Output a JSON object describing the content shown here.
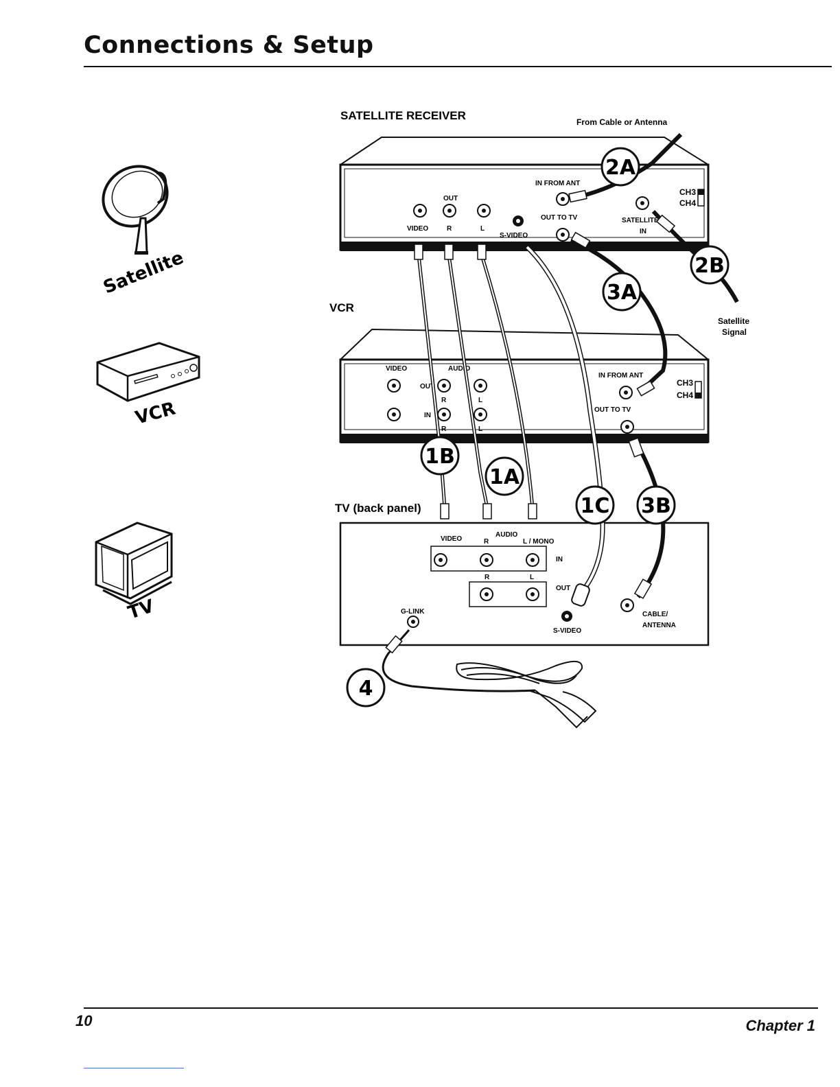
{
  "header": {
    "title": "Connections & Setup"
  },
  "sidebar": {
    "icons": [
      {
        "name": "satellite-dish-icon",
        "label": "Satellite"
      },
      {
        "name": "vcr-icon",
        "label": "VCR"
      },
      {
        "name": "tv-icon",
        "label": "TV"
      }
    ]
  },
  "diagram": {
    "receiver": {
      "title": "SATELLITE RECEIVER",
      "from_cable": "From Cable or Antenna",
      "out": "OUT",
      "video": "VIDEO",
      "r": "R",
      "l": "L",
      "svideo": "S-VIDEO",
      "in_from_ant": "IN FROM ANT",
      "out_to_tv": "OUT TO TV",
      "satellite": "SATELLITE",
      "in": "IN",
      "ch3": "CH3",
      "ch4": "CH4"
    },
    "satellite_signal": [
      "Satellite",
      "Signal"
    ],
    "vcr": {
      "title": "VCR",
      "video": "VIDEO",
      "audio": "AUDIO",
      "out": "OUT",
      "in": "IN",
      "r": "R",
      "l": "L",
      "in_from_ant": "IN FROM ANT",
      "out_to_tv": "OUT TO TV",
      "ch3": "CH3",
      "ch4": "CH4"
    },
    "tv": {
      "title": "TV (back panel)",
      "video": "VIDEO",
      "audio": "AUDIO",
      "r": "R",
      "l_mono": "L / MONO",
      "in": "IN",
      "out": "OUT",
      "l": "L",
      "glink": "G-LINK",
      "svideo": "S-VIDEO",
      "cable": "CABLE/",
      "antenna": "ANTENNA"
    },
    "badges": {
      "b2a": "2A",
      "b2b": "2B",
      "b3a": "3A",
      "b3b": "3B",
      "b1a": "1A",
      "b1b": "1B",
      "b1c": "1C",
      "b4": "4"
    }
  },
  "footer": {
    "page_number": "10",
    "chapter": "Chapter 1"
  }
}
